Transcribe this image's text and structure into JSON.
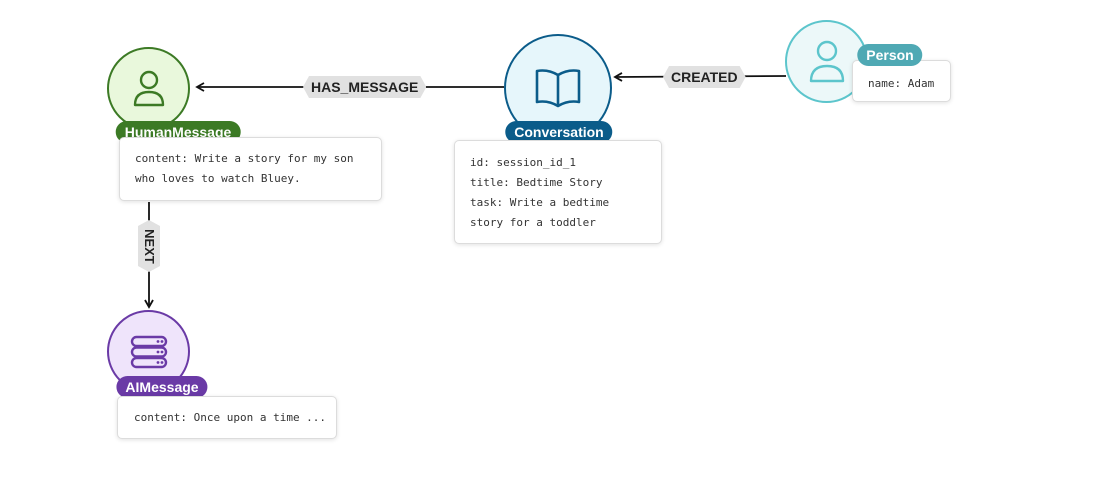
{
  "nodes": {
    "human": {
      "label": "HumanMessage",
      "props": [
        "content: Write a story for my son",
        "who loves to watch Bluey."
      ],
      "color": "#3c7a25",
      "fill": "#e9f8dc"
    },
    "conversation": {
      "label": "Conversation",
      "props": [
        "id: session_id_1",
        "title: Bedtime Story",
        "task: Write a bedtime",
        "story for a toddler"
      ],
      "color": "#0b5c8a",
      "fill": "#e6f6fb"
    },
    "person": {
      "label": "Person",
      "props": [
        "name: Adam"
      ],
      "color": "#4fa9b4",
      "fill": "#ecf8f9"
    },
    "ai": {
      "label": "AIMessage",
      "props": [
        "content: Once upon a time ..."
      ],
      "color": "#6a3aa6",
      "fill": "#efe4fb"
    }
  },
  "edges": {
    "has_message": "HAS_MESSAGE",
    "created": "CREATED",
    "next": "NEXT"
  },
  "icons": {
    "human": "person-icon",
    "conversation": "book-icon",
    "person": "person-icon",
    "ai": "database-icon"
  }
}
